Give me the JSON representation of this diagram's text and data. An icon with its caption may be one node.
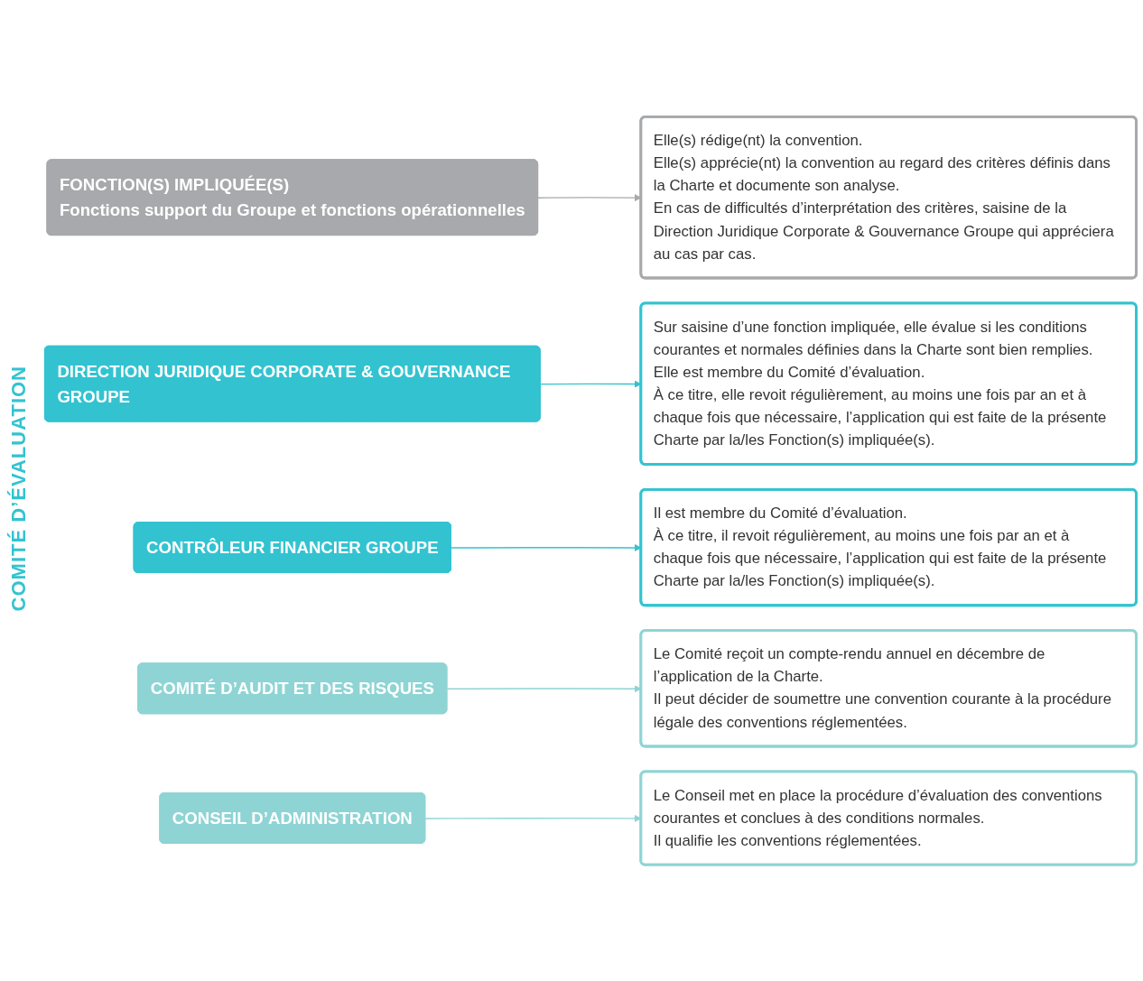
{
  "diagram": {
    "nodes": [
      {
        "text": [
          "FONCTION(S) IMPLIQUÉE(S)",
          "Fonctions support du Groupe et fonctions opérationnelles"
        ]
      },
      {
        "text": [
          "Elle(s) rédige(nt) la convention.",
          "Elle(s) apprécie(nt) la convention au regard des critères définis dans la Charte et documente son analyse.",
          "En cas de difficultés d’interprétation des critères, saisine de la Direction Juridique Corporate & Gouvernance Groupe qui appréciera au cas par cas."
        ]
      },
      {
        "text": [
          "DIRECTION JURIDIQUE CORPORATE & GOUVERNANCE GROUPE"
        ]
      },
      {
        "text": [
          "Sur saisine d’une fonction impliquée, elle évalue si les conditions courantes et normales définies dans la Charte sont bien remplies.",
          "Elle est membre du Comité d’évaluation.",
          "À ce titre, elle revoit régulièrement, au moins une fois par an et à chaque fois que nécessaire, l’application qui est faite de la présente Charte par la/les Fonction(s) impliquée(s)."
        ]
      },
      {
        "text": [
          "CONTRÔLEUR FINANCIER GROUPE"
        ]
      },
      {
        "text": [
          "Il est membre du Comité d’évaluation.",
          "À ce titre, il revoit régulièrement, au moins une fois par an et à chaque fois que nécessaire, l’application qui est faite de la présente Charte par la/les Fonction(s) impliquée(s)."
        ]
      },
      {
        "text": [
          "COMITÉ D’AUDIT ET DES RISQUES"
        ]
      },
      {
        "text": [
          "Le Comité reçoit un compte-rendu annuel en décembre de l’application de la Charte.",
          "Il peut décider de soumettre une convention courante à la procédure légale des conventions réglementées."
        ]
      },
      {
        "text": [
          "CONSEIL D’ADMINISTRATION"
        ]
      },
      {
        "text": [
          "Le Conseil met en place la procédure d’évaluation des conventions courantes et conclues à des conditions normales.",
          "Il qualifie les conventions réglementées."
        ]
      }
    ],
    "edges": [
      {
        "from": 0,
        "to": 1,
        "arrow": "to",
        "color": "#a7a9ac"
      },
      {
        "from": 2,
        "to": 3,
        "arrow": "to",
        "color": "#33c3d0"
      },
      {
        "from": 4,
        "to": 5,
        "arrow": "to",
        "color": "#33c3d0"
      },
      {
        "from": 6,
        "to": 7,
        "arrow": "to",
        "color": "#8fd4d4"
      },
      {
        "from": 8,
        "to": 9,
        "arrow": "to",
        "color": "#8fd4d4"
      }
    ],
    "labels": [
      "COMITÉ D’ÉVALUATION"
    ]
  }
}
